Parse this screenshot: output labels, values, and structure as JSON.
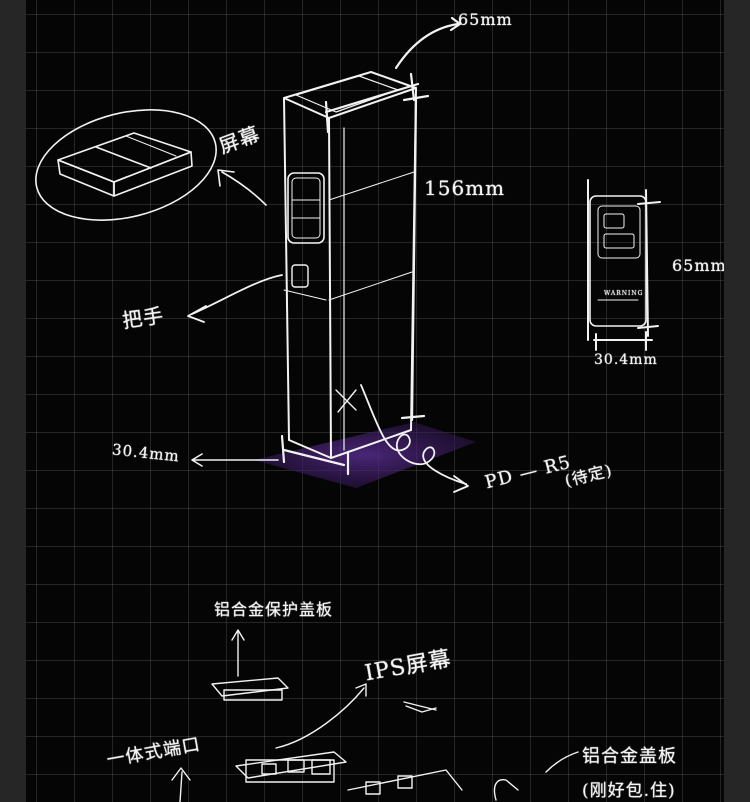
{
  "sketch": {
    "main_dims": {
      "top_width": "65mm",
      "height": "156mm",
      "depth": "30.4mm"
    },
    "side_dims": {
      "height": "65mm",
      "width": "30.4mm"
    },
    "side_view_label": "WARNING",
    "annotations": {
      "screen": "屏幕",
      "handle": "把手",
      "port": "PD — R5",
      "port_note": "(待定)",
      "top_plate": "铝合金保护盖板",
      "ips_screen": "IPS屏幕",
      "debug_port": "一体式端口",
      "alloy_plate": "铝合金盖板",
      "alloy_plate_note": "(刚好包.住)"
    }
  },
  "colors": {
    "background": "#050505",
    "grid": "#555555",
    "ink": "#f2f2f2",
    "shadow": "#4b2a7a"
  }
}
